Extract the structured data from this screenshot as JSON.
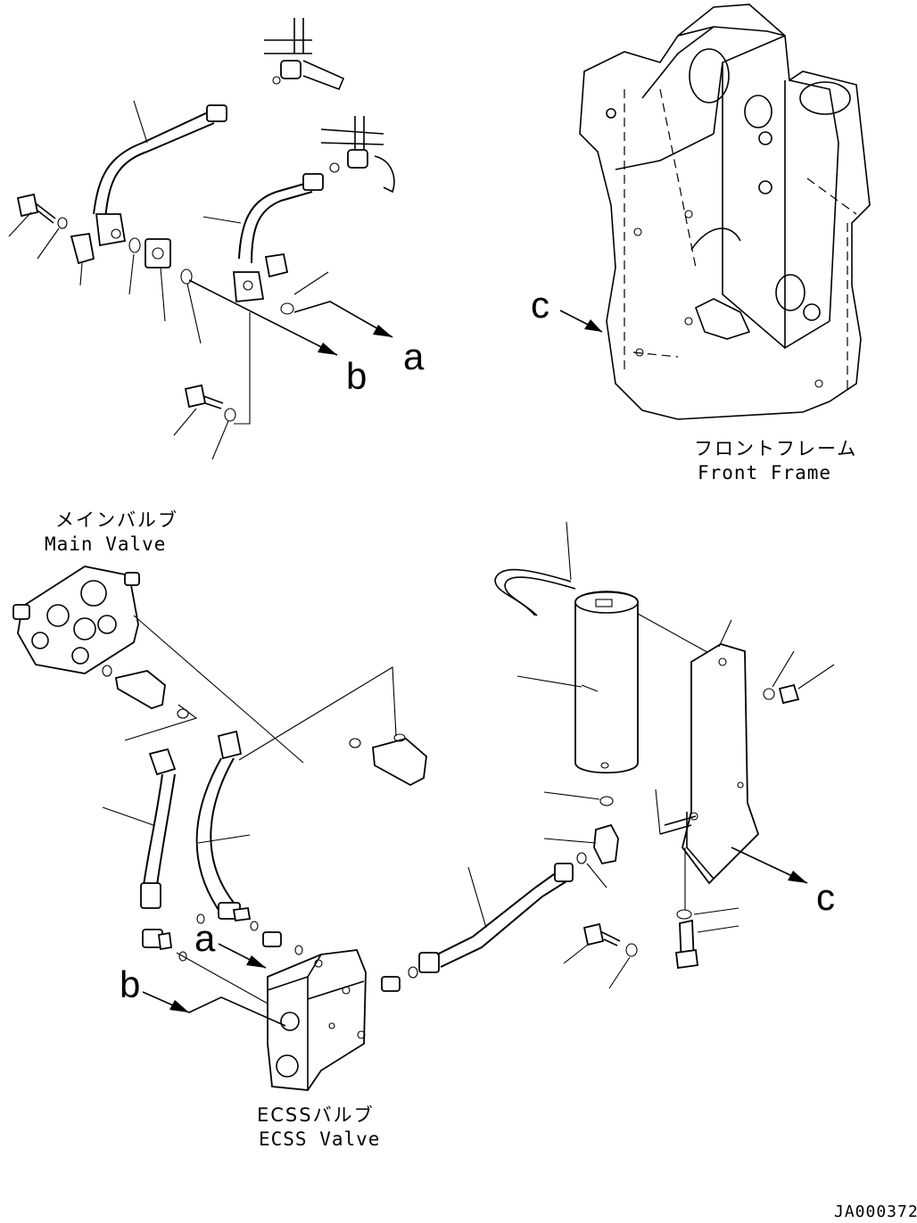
{
  "labels": {
    "front_frame_jp": "フロントフレーム",
    "front_frame_en": "Front Frame",
    "main_valve_jp": "メインバルブ",
    "main_valve_en": "Main Valve",
    "ecss_valve_jp": "ECSSバルブ",
    "ecss_valve_en": "ECSS Valve"
  },
  "references": {
    "a": "a",
    "b": "b",
    "c": "c"
  },
  "drawing_code": "JA000372"
}
